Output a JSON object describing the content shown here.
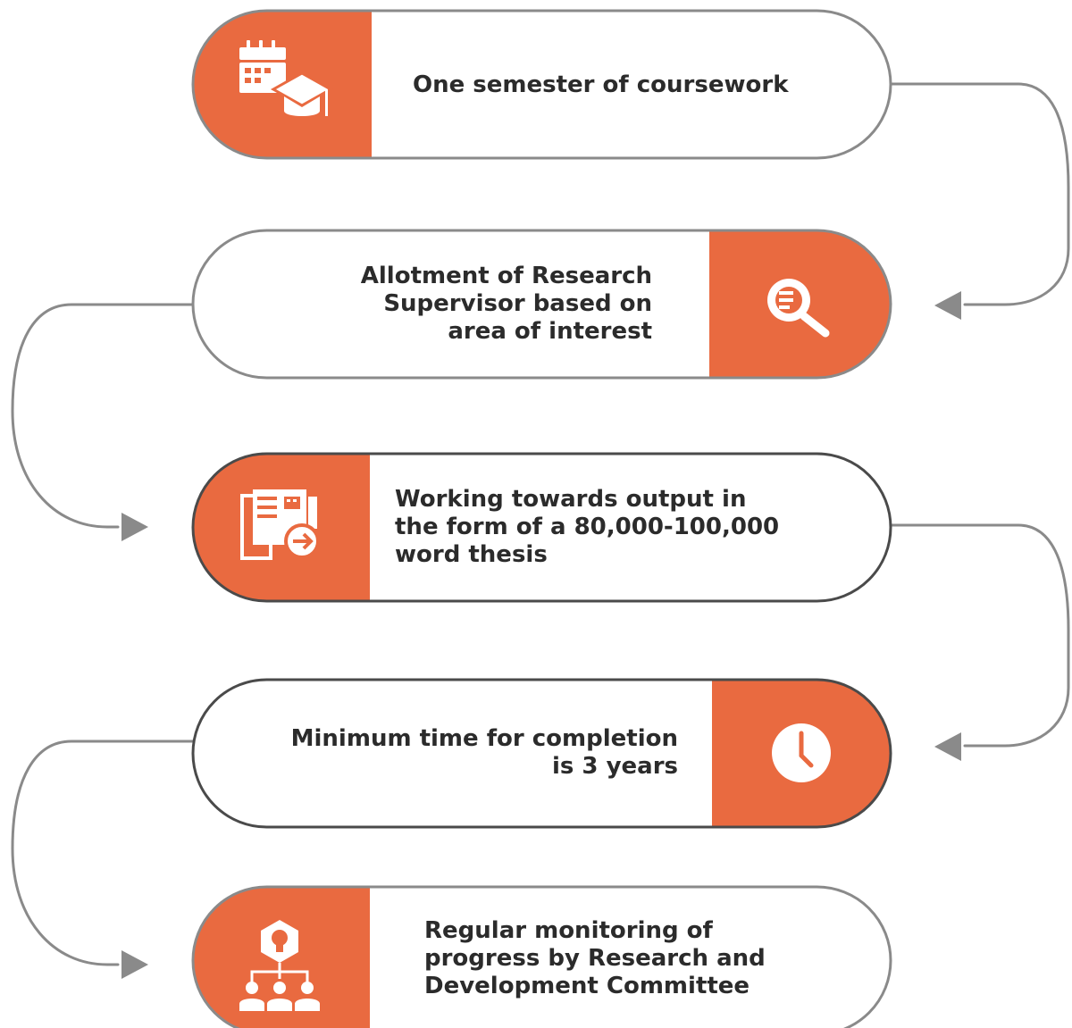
{
  "colors": {
    "accent": "#E96A40",
    "border": "#8a8a8a",
    "text": "#2b2b2b"
  },
  "steps": [
    {
      "lines": [
        "One semester of coursework"
      ],
      "icon": "calendar-graduation-cap-icon"
    },
    {
      "lines": [
        "Allotment of Research",
        "Supervisor based on",
        "area of interest"
      ],
      "icon": "magnifier-search-icon"
    },
    {
      "lines": [
        "Working towards output in",
        "the form of a 80,000-100,000",
        "word thesis"
      ],
      "icon": "document-arrow-icon"
    },
    {
      "lines": [
        "Minimum time for completion",
        "is 3 years"
      ],
      "icon": "clock-icon"
    },
    {
      "lines": [
        "Regular monitoring of",
        "progress by Research and",
        "Development Committee"
      ],
      "icon": "committee-lightbulb-icon"
    }
  ]
}
